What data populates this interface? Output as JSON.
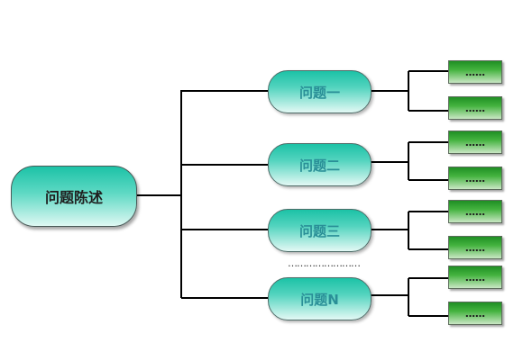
{
  "root": {
    "label": "问题陈述"
  },
  "questions": [
    {
      "label": "问题一",
      "details": [
        "……",
        "……"
      ]
    },
    {
      "label": "问题二",
      "details": [
        "……",
        "……"
      ]
    },
    {
      "label": "问题三",
      "details": [
        "……",
        "……"
      ]
    },
    {
      "label": "问题N",
      "details": [
        "……",
        "……"
      ]
    }
  ],
  "gap_marker": "……………………",
  "colors": {
    "root_fill": "#1cc2a6",
    "question_fill": "#1cc2a6",
    "question_text": "#2a8f97",
    "detail_fill": "#1f8f24",
    "connector": "#000000"
  }
}
